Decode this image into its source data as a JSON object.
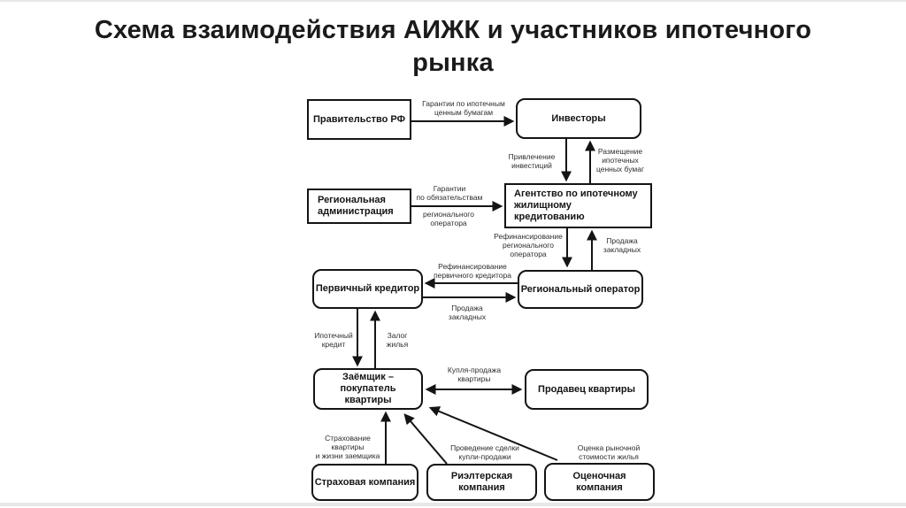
{
  "title": "Схема взаимодействия АИЖК и участников ипотечного\nрынка",
  "nodes": {
    "government": "Правительство РФ",
    "investors": "Инвесторы",
    "regional_admin": "Региональная\nадминистрация",
    "ahml": "Агентство по ипотечному\nжилищному\nкредитованию",
    "primary_creditor": "Первичный кредитор",
    "regional_operator": "Региональный оператор",
    "borrower": "Заёмщик –\nпокупатель\nквартиры",
    "seller": "Продавец квартиры",
    "insurance_company": "Страховая компания",
    "realtor_company": "Риэлтерская\nкомпания",
    "appraisal_company": "Оценочная\nкомпания"
  },
  "edge_labels": {
    "guarantees_securities": "Гарантии по ипотечным\nценным бумагам",
    "attract_investments": "Привлечение\nинвестиций",
    "placement_securities": "Размещение\nипотечных\nценных бумаг",
    "guarantees_obligations_top": "Гарантии\nпо обязательствам",
    "guarantees_obligations_bottom": "регионального\nоператора",
    "refinancing_regional": "Рефинансирование\nрегионального\nоператора",
    "sale_mortgages_upper": "Продажа\nзакладных",
    "refinancing_primary": "Рефинансирование\nпервичного кредитора",
    "sale_mortgages_lower": "Продажа\nзакладных",
    "mortgage_loan": "Ипотечный\nкредит",
    "housing_pledge": "Залог\nжилья",
    "apartment_sale": "Купля-продажа\nквартиры",
    "insurance_service": "Страхование\nквартиры\nи жизни заемщика",
    "deal_service": "Проведение сделки\nкупли-продажи",
    "appraisal_service": "Оценка рыночной\nстоимости жилья"
  },
  "colors": {
    "background": "#ffffff",
    "line": "#141414",
    "box_border": "#141414",
    "node_text": "#141414",
    "label_text": "#2e2e2e",
    "edge_strip": "#e7e7e7"
  }
}
